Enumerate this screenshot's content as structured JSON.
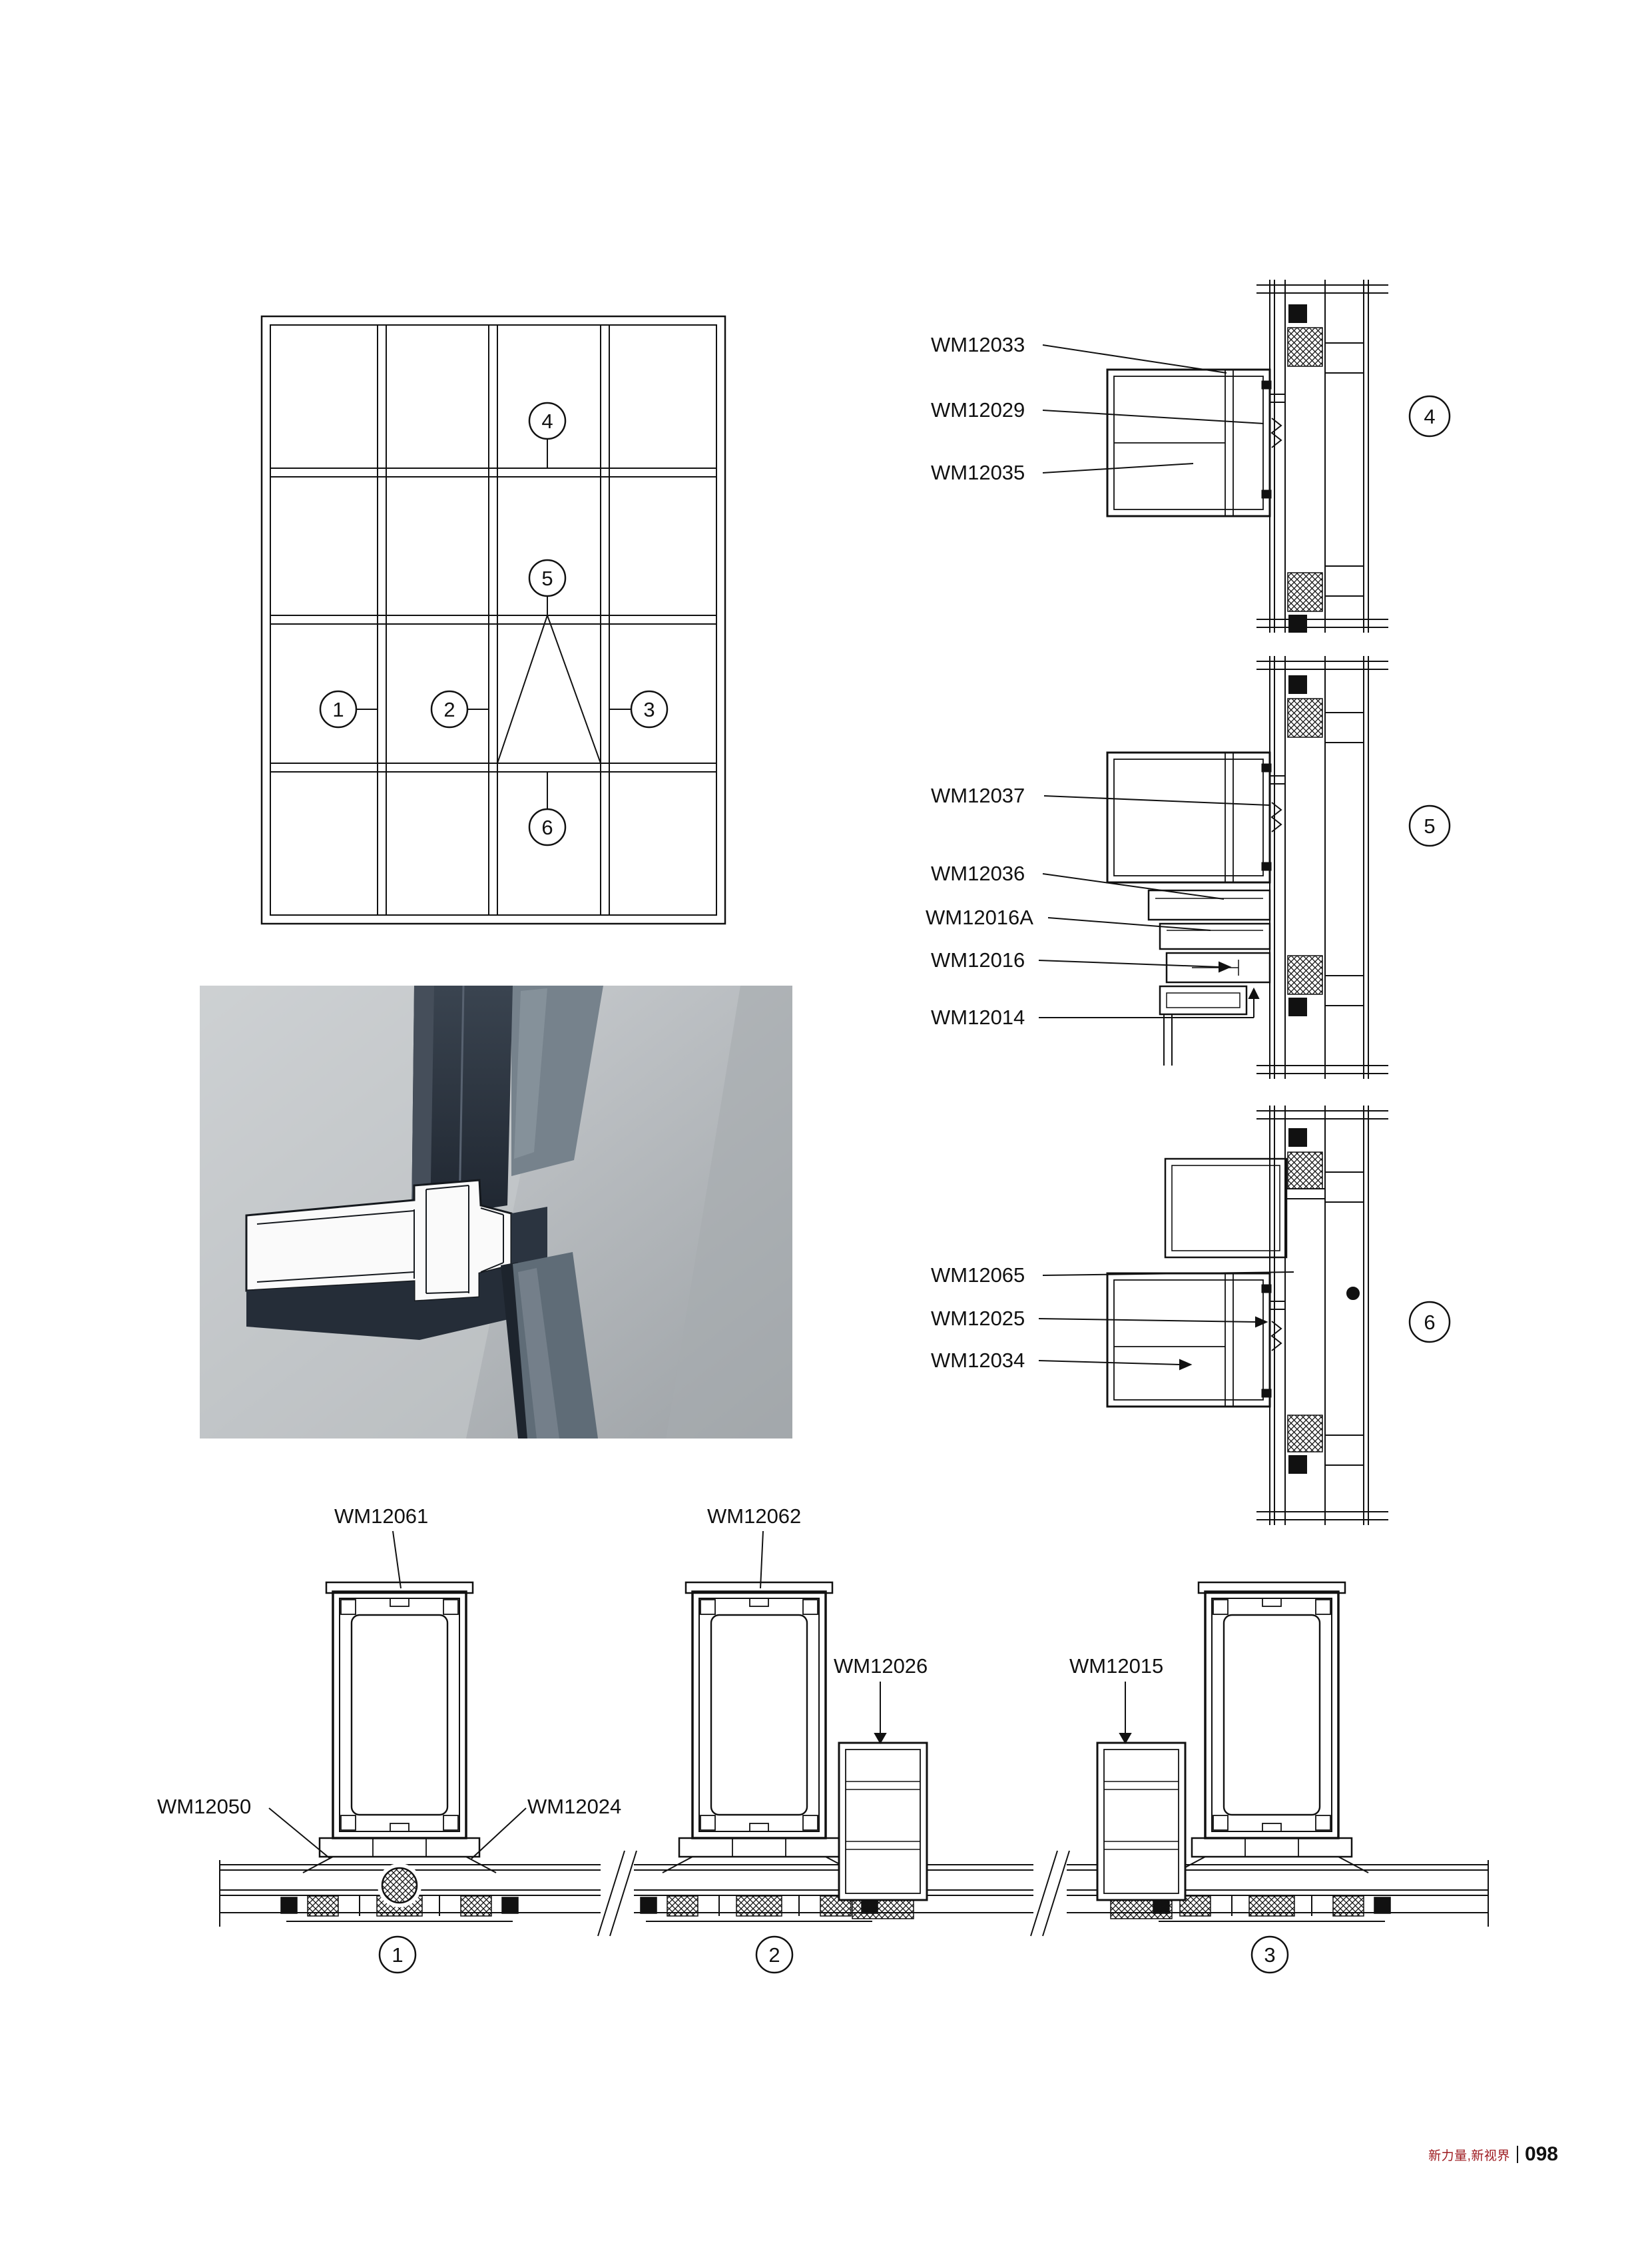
{
  "page": {
    "footer_brand": "新力量,新视界",
    "footer_page": "098"
  },
  "elevation": {
    "markers": {
      "m1": "1",
      "m2": "2",
      "m3": "3",
      "m4": "4",
      "m5": "5",
      "m6": "6"
    }
  },
  "detail4": {
    "marker": "4",
    "labels": {
      "l1": "WM12033",
      "l2": "WM12029",
      "l3": "WM12035"
    }
  },
  "detail5": {
    "marker": "5",
    "labels": {
      "l1": "WM12037",
      "l2": "WM12036",
      "l3": "WM12016A",
      "l4": "WM12016",
      "l5": "WM12014"
    }
  },
  "detail6": {
    "marker": "6",
    "labels": {
      "l1": "WM12065",
      "l2": "WM12025",
      "l3": "WM12034"
    }
  },
  "detail1": {
    "marker": "1",
    "labels": {
      "top": "WM12061",
      "left": "WM12050",
      "right": "WM12024"
    }
  },
  "detail2": {
    "marker": "2",
    "labels": {
      "top": "WM12062",
      "side": "WM12026"
    }
  },
  "detail3": {
    "marker": "3",
    "labels": {
      "top": "WM12015"
    }
  }
}
